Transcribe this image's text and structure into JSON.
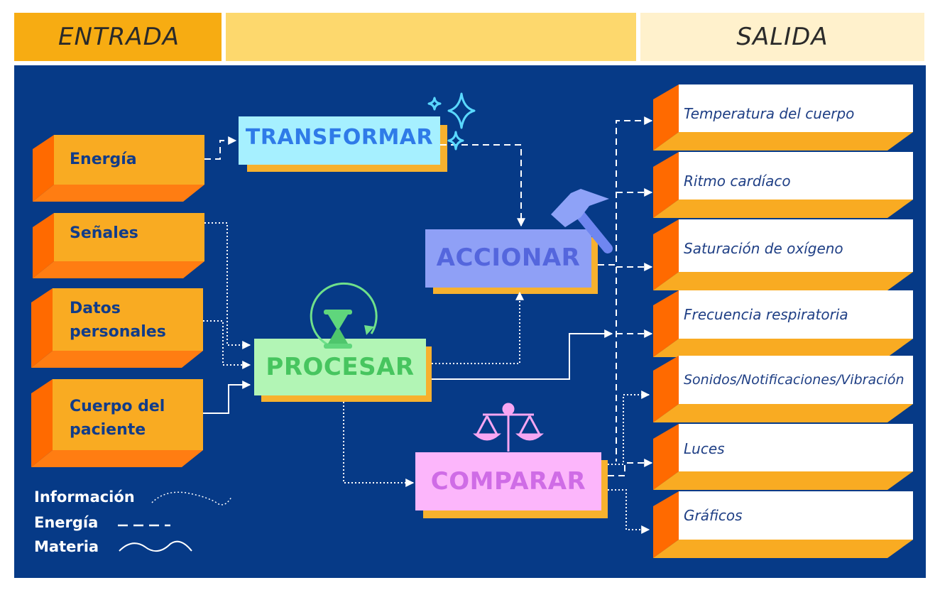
{
  "header": {
    "left": "ENTRADA",
    "middle": "",
    "right": "SALIDA"
  },
  "inputs": [
    "Energía",
    "Señales",
    "Datos personales",
    "Cuerpo del paciente"
  ],
  "processes": {
    "transformar": "TRANSFORMAR",
    "accionar": "ACCIONAR",
    "procesar": "PROCESAR",
    "comparar": "COMPARAR"
  },
  "outputs": [
    "Temperatura del cuerpo",
    "Ritmo cardíaco",
    "Saturación de oxígeno",
    "Frecuencia respiratoria",
    "Sonidos/Notificaciones/Vibración",
    "Luces",
    "Gráficos"
  ],
  "legend": {
    "info": "Información",
    "energy": "Energía",
    "matter": "Materia"
  },
  "colors": {
    "panel": "#063a87",
    "input_box": "#f9ab22",
    "box_side": "#ff6a00",
    "transformar": "#a6f0ff",
    "accionar": "#8fa0f6",
    "procesar": "#b2f5b5",
    "comparar": "#fcb6fb"
  }
}
